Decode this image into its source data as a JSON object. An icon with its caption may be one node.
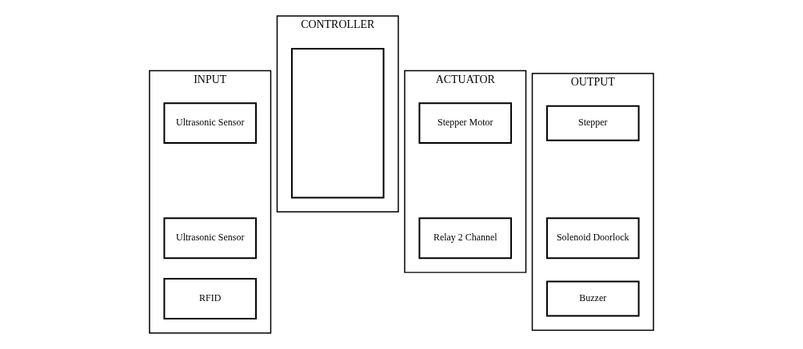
{
  "diagram": {
    "nodes": [
      {
        "text": [
          "INPUT"
        ]
      },
      {
        "text": [
          "Ultrasonic Sensor"
        ],
        "in": 0
      },
      {
        "text": [
          "Ultrasonic Sensor"
        ],
        "in": 0
      },
      {
        "text": [
          "RFID"
        ],
        "in": 0
      },
      {
        "text": [
          "CONTROLLER"
        ]
      },
      {
        "text": [],
        "shape": "box",
        "in": 4
      },
      {
        "text": [
          "ACTUATOR"
        ]
      },
      {
        "text": [
          "Stepper Motor"
        ],
        "in": 6
      },
      {
        "text": [
          "Relay 2 Channel"
        ],
        "in": 6
      },
      {
        "text": [
          "OUTPUT"
        ]
      },
      {
        "text": [
          "Stepper"
        ],
        "in": 9
      },
      {
        "text": [
          "Solenoid Doorlock"
        ],
        "in": 9
      },
      {
        "text": [
          "Buzzer"
        ],
        "in": 9
      }
    ],
    "edges": []
  }
}
